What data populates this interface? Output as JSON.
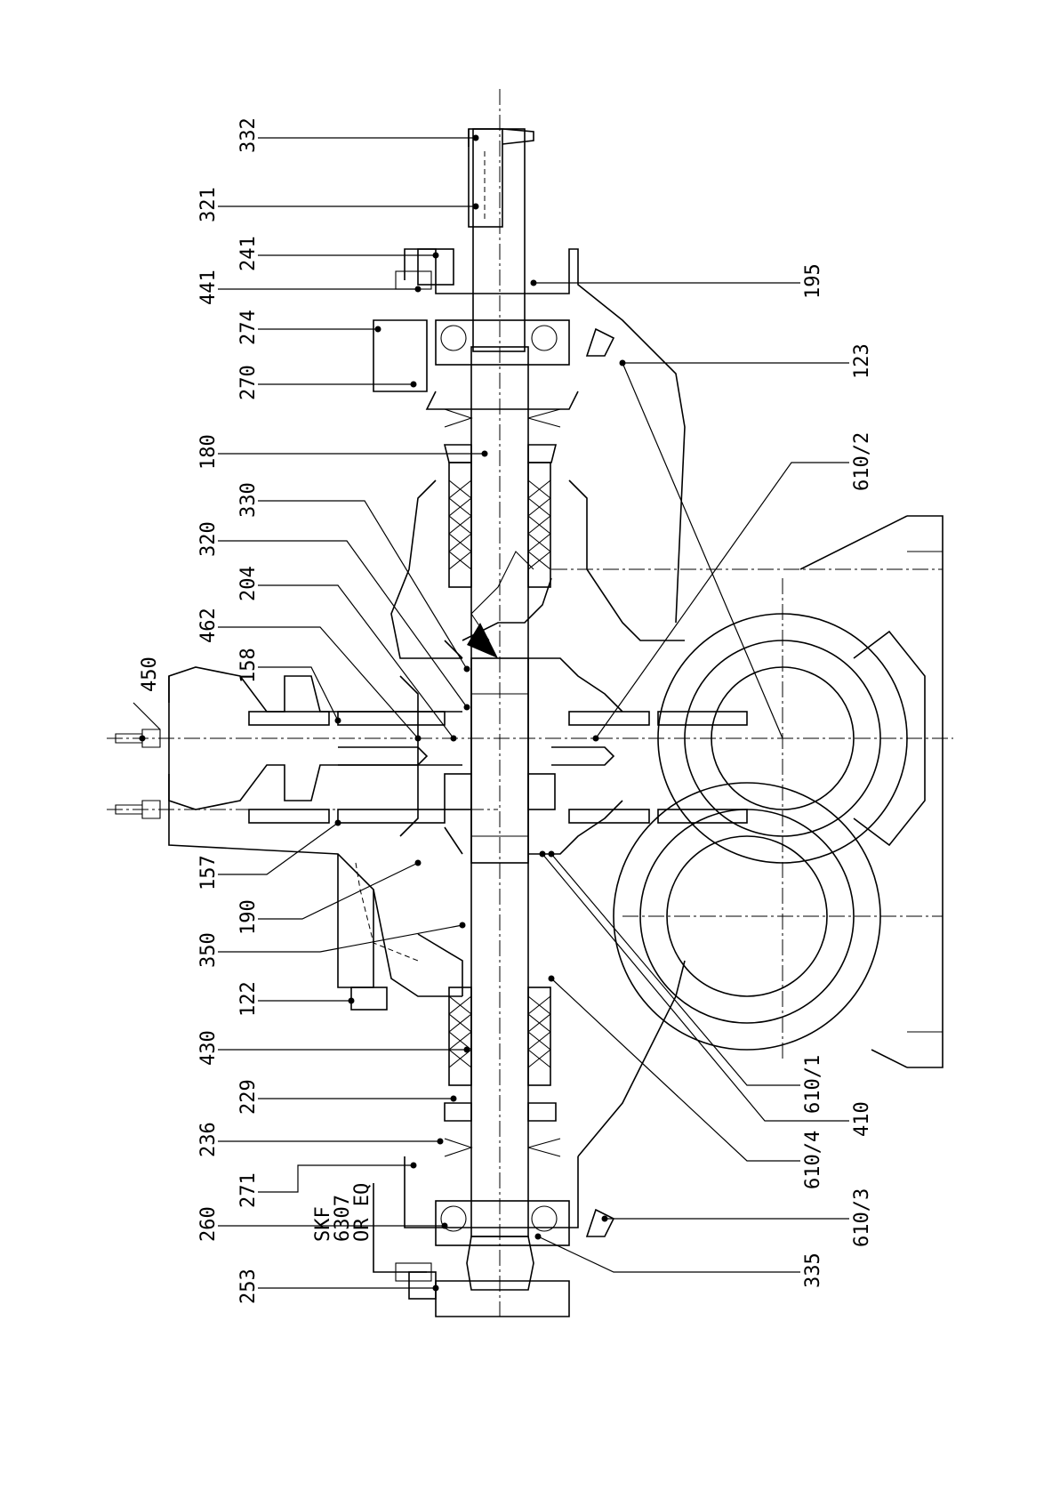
{
  "drawing": {
    "labels_left": [
      {
        "id": "332",
        "text": "332"
      },
      {
        "id": "321",
        "text": "321"
      },
      {
        "id": "241",
        "text": "241"
      },
      {
        "id": "441",
        "text": "441"
      },
      {
        "id": "274",
        "text": "274"
      },
      {
        "id": "270",
        "text": "270"
      },
      {
        "id": "180",
        "text": "180"
      },
      {
        "id": "330",
        "text": "330"
      },
      {
        "id": "320",
        "text": "320"
      },
      {
        "id": "204",
        "text": "204"
      },
      {
        "id": "462",
        "text": "462"
      },
      {
        "id": "158",
        "text": "158"
      },
      {
        "id": "157",
        "text": "157"
      },
      {
        "id": "190",
        "text": "190"
      },
      {
        "id": "350",
        "text": "350"
      },
      {
        "id": "122",
        "text": "122"
      },
      {
        "id": "430",
        "text": "430"
      },
      {
        "id": "229",
        "text": "229"
      },
      {
        "id": "236",
        "text": "236"
      },
      {
        "id": "271",
        "text": "271"
      },
      {
        "id": "260",
        "text": "260"
      },
      {
        "id": "253",
        "text": "253"
      }
    ],
    "label_450": "450",
    "bearing_note": [
      "SKF",
      "6307",
      "OR EQ"
    ],
    "labels_right": [
      {
        "id": "195",
        "text": "195"
      },
      {
        "id": "123",
        "text": "123"
      },
      {
        "id": "610_2",
        "text": "610/2"
      },
      {
        "id": "610_1",
        "text": "610/1"
      },
      {
        "id": "410",
        "text": "410"
      },
      {
        "id": "610_4",
        "text": "610/4"
      },
      {
        "id": "610_3",
        "text": "610/3"
      },
      {
        "id": "335",
        "text": "335"
      }
    ]
  }
}
